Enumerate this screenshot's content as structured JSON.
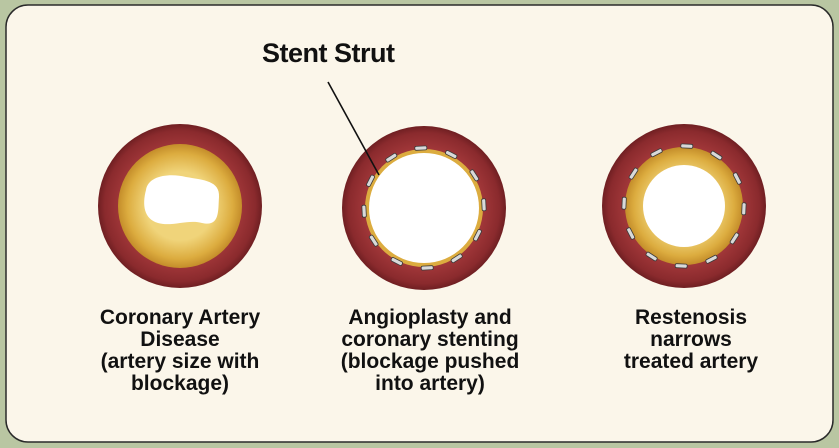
{
  "diagram": {
    "strut_label": "Stent Strut",
    "captions": [
      "Coronary Artery\nDisease\n(artery size with\nblockage)",
      "Angioplasty and\ncoronary stenting\n(blockage pushed\ninto artery)",
      "Restenosis\nnarrows\ntreated artery"
    ]
  },
  "colors": {
    "background": "#b9c6a2",
    "panel": "#fbf6ea",
    "artery_wall": "#8f2d30",
    "plaque": "#dcac3f",
    "lumen": "#ffffff"
  }
}
